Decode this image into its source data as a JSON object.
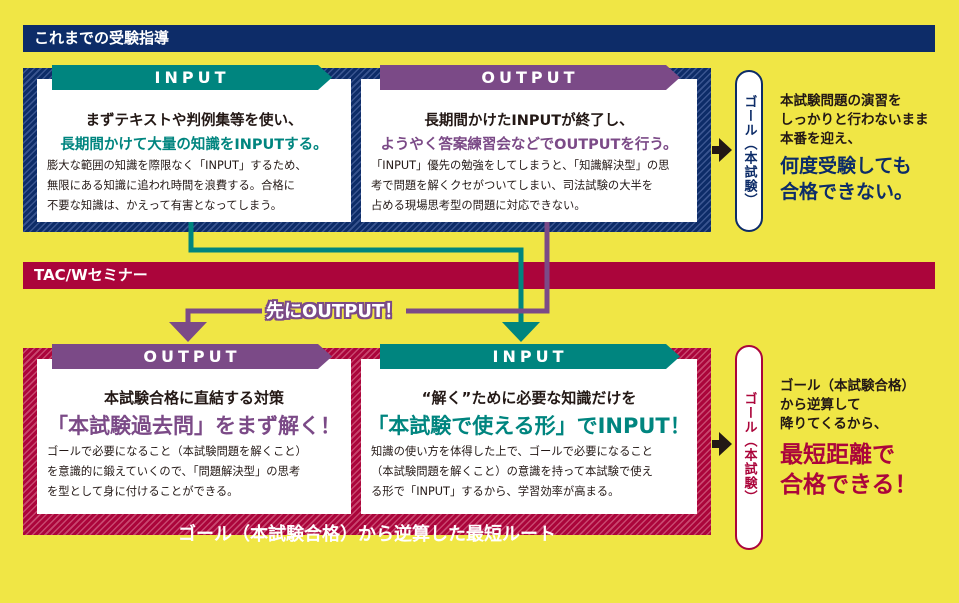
{
  "colors": {
    "background": "#f0e645",
    "navy": "#0d2c68",
    "crimson": "#ab053b",
    "teal": "#00857f",
    "purple": "#7b4a87",
    "text": "#231815"
  },
  "traditional": {
    "section_title": "これまでの受験指導",
    "input_card": {
      "tab": "INPUT",
      "lead": "まずテキストや判例集等を使い、",
      "highlight": "長期間かけて大量の知識をINPUTする。",
      "body": [
        "膨大な範囲の知識を際限なく「INPUT」するため、",
        "無限にある知識に追われ時間を浪費する。合格に",
        "不要な知識は、かえって有害となってしまう。"
      ]
    },
    "output_card": {
      "tab": "OUTPUT",
      "lead": "長期間かけたINPUTが終了し、",
      "highlight": "ようやく答案練習会などでOUTPUTを行う。",
      "body": [
        "「INPUT」優先の勉強をしてしまうと、「知識解決型」の思",
        "考で問題を解くクセがついてしまい、司法試験の大半を",
        "占める現場思考型の問題に対応できない。"
      ]
    },
    "goal_label": "ゴール（本試験）",
    "result_lines": [
      "本試験問題の演習を",
      "しっかりと行わないまま",
      "本番を迎え、"
    ],
    "result_emphasis": [
      "何度受験しても",
      "合格できない。"
    ]
  },
  "tac": {
    "section_title": "TAC/Wセミナー",
    "callout": "先にOUTPUT！",
    "output_card": {
      "tab": "OUTPUT",
      "lead": "本試験合格に直結する対策",
      "highlight": "「本試験過去問」をまず解く！",
      "body": [
        "ゴールで必要になること（本試験問題を解くこと）",
        "を意識的に鍛えていくので、「問題解決型」の思考",
        "を型として身に付けることができる。"
      ]
    },
    "input_card": {
      "tab": "INPUT",
      "lead": "“解く”ために必要な知識だけを",
      "highlight": "「本試験で使える形」でINPUT！",
      "body": [
        "知識の使い方を体得した上で、ゴールで必要になること",
        "（本試験問題を解くこと）の意識を持って本試験で使え",
        "る形で「INPUT」するから、学習効率が高まる。"
      ]
    },
    "route_label": "ゴール（本試験合格）から逆算した最短ルート",
    "goal_label": "ゴール（本試験）",
    "result_lines": [
      "ゴール（本試験合格）",
      "から逆算して",
      "降りてくるから、"
    ],
    "result_emphasis": [
      "最短距離で",
      "合格できる！"
    ]
  }
}
